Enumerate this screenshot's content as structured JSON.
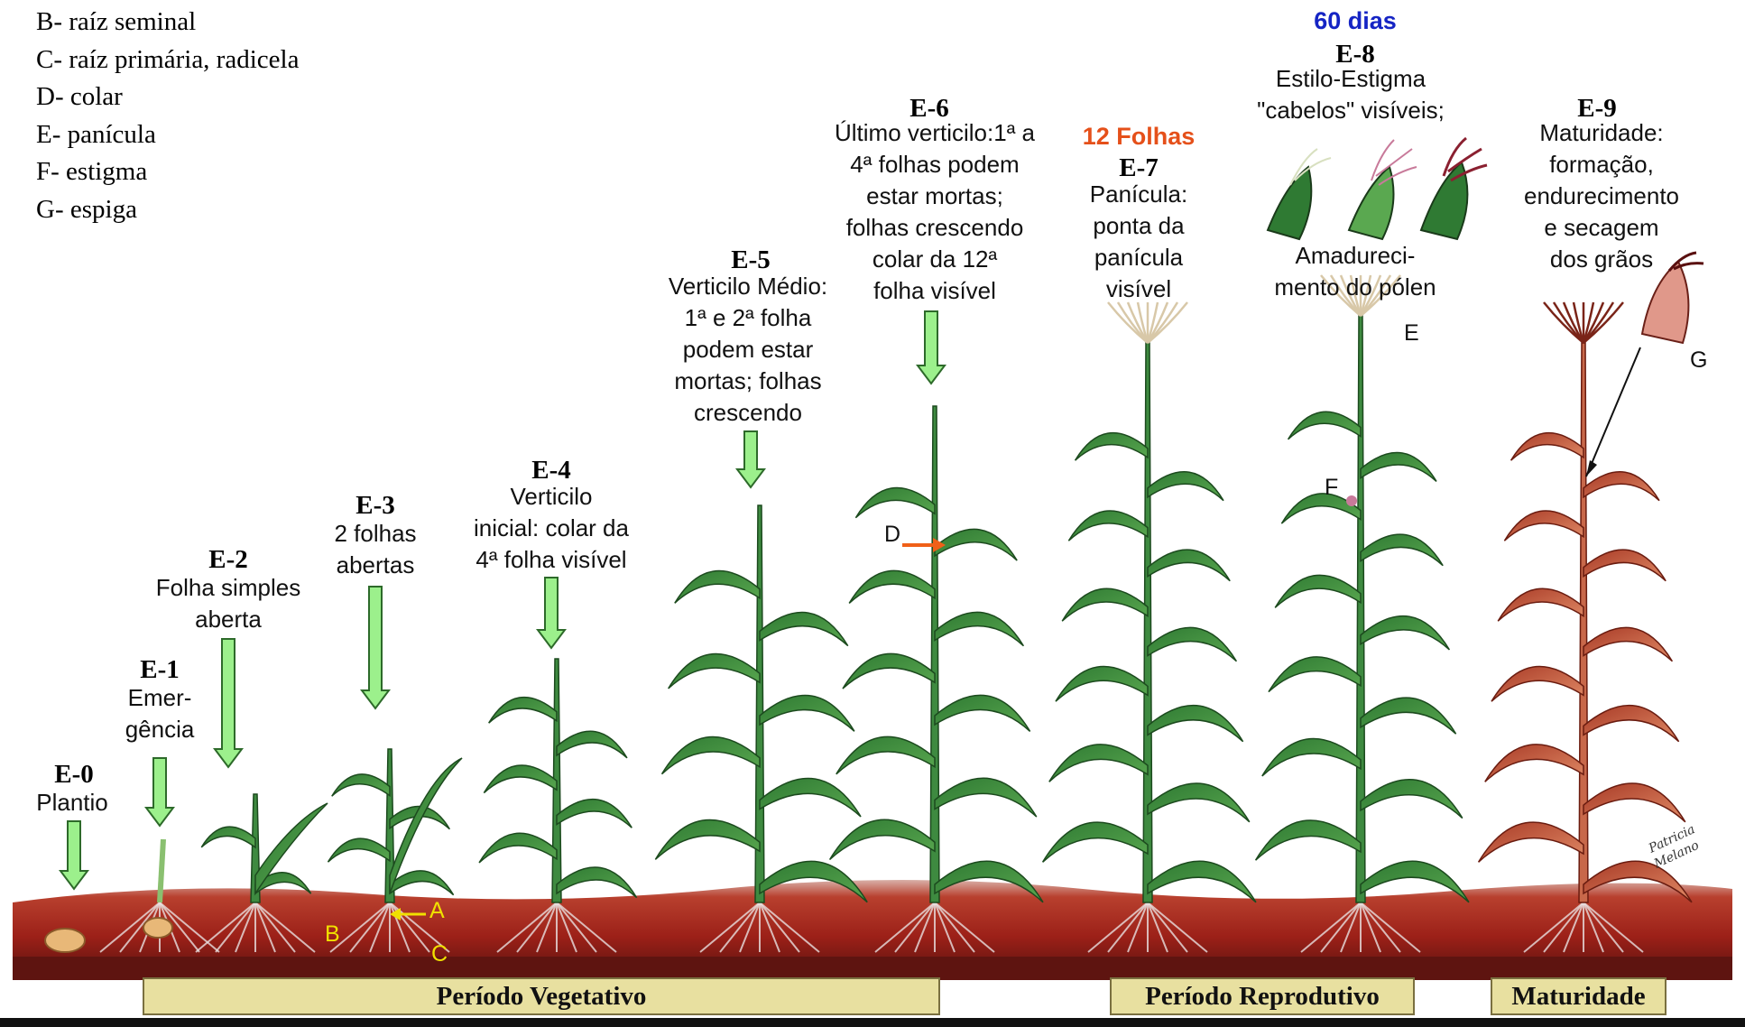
{
  "legend": [
    "B- raíz seminal",
    "C- raíz primária, radicela",
    "D- colar",
    "E- panícula",
    "F- estigma",
    "G- espiga"
  ],
  "stages": [
    {
      "code": "E-0",
      "lines": [
        "Plantio"
      ]
    },
    {
      "code": "E-1",
      "lines": [
        "Emer-",
        "gência"
      ]
    },
    {
      "code": "E-2",
      "lines": [
        "Folha simples",
        "aberta"
      ]
    },
    {
      "code": "E-3",
      "lines": [
        "2 folhas",
        "abertas"
      ]
    },
    {
      "code": "E-4",
      "lines": [
        "Verticilo",
        "inicial: colar da",
        "4ª folha visível"
      ]
    },
    {
      "code": "E-5",
      "lines": [
        "Verticilo Médio:",
        "1ª e 2ª folha",
        "podem estar",
        "mortas; folhas",
        "crescendo"
      ]
    },
    {
      "code": "E-6",
      "lines": [
        "Último verticilo:1ª a",
        "4ª folhas podem",
        "estar mortas;",
        "folhas crescendo",
        "colar da 12ª",
        "folha visível"
      ]
    },
    {
      "code": "E-7",
      "lines": [
        "Panícula:",
        "ponta da",
        "panícula",
        "visível"
      ]
    },
    {
      "code": "E-8",
      "lines": [
        "Estilo-Estigma",
        "\"cabelos\" visíveis;"
      ],
      "sub_lines": [
        "Amadureci-",
        "mento do pólen"
      ]
    },
    {
      "code": "E-9",
      "lines": [
        "Maturidade:",
        "formação,",
        "endurecimento",
        "e secagem",
        "dos grãos"
      ]
    }
  ],
  "highlights": {
    "days": "60 dias",
    "leaves": "12 Folhas"
  },
  "parts": {
    "A": "A",
    "B": "B",
    "C": "C",
    "D": "D",
    "E": "E",
    "F": "F",
    "G": "G"
  },
  "periods": [
    "Período Vegetativo",
    "Período Reprodutivo",
    "Maturidade"
  ],
  "colors": {
    "arrow": "#9cf08c",
    "leaf": "#3e8a40",
    "soil": "#a8281e",
    "highlight_blue": "#1524c4",
    "highlight_orange": "#e5501a",
    "period_bg": "#e8e0a0"
  }
}
